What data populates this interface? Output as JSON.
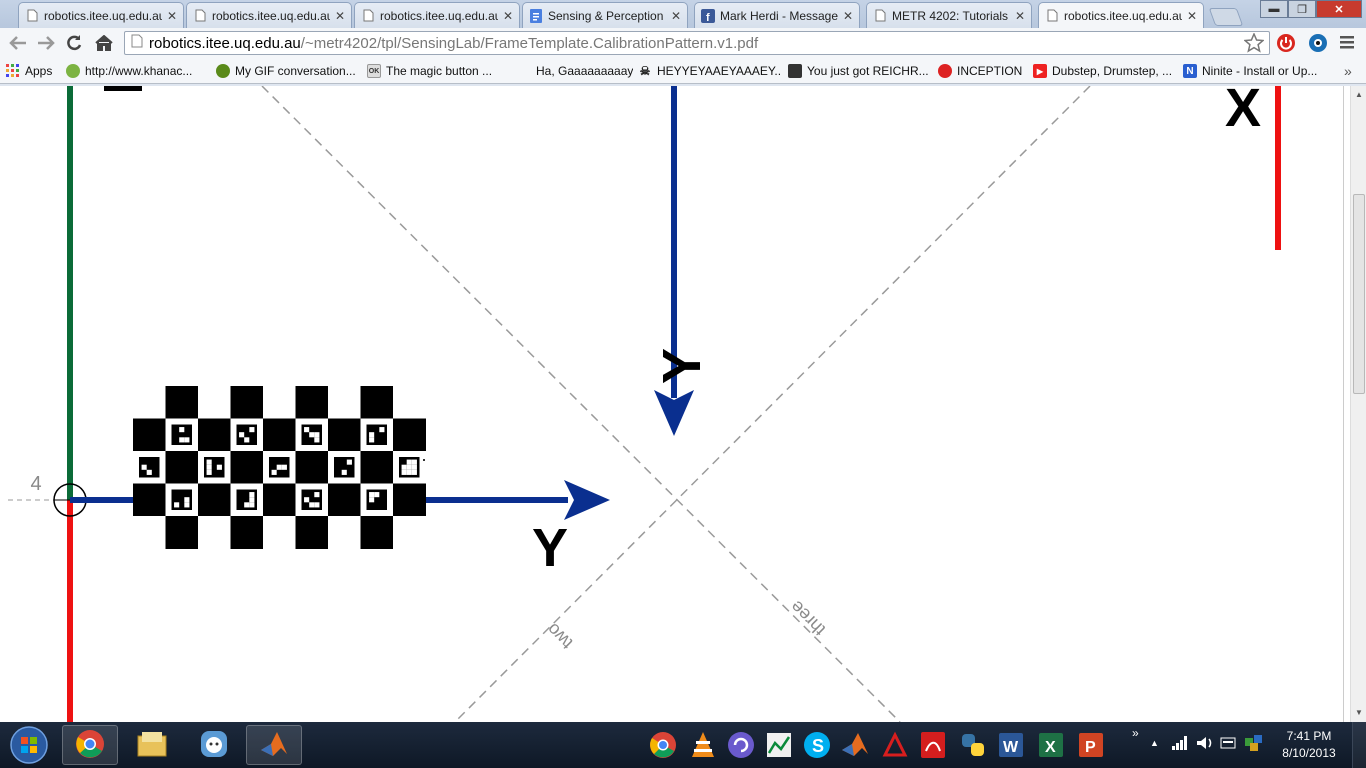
{
  "browser": {
    "tabs": [
      {
        "title": "robotics.itee.uq.edu.au",
        "icon": "page-icon",
        "active": false
      },
      {
        "title": "robotics.itee.uq.edu.au",
        "icon": "page-icon",
        "active": false
      },
      {
        "title": "robotics.itee.uq.edu.au",
        "icon": "page-icon",
        "active": false
      },
      {
        "title": "Sensing & Perception",
        "icon": "google-docs-icon",
        "active": false
      },
      {
        "title": "Mark Herdi - Messages",
        "icon": "facebook-icon",
        "active": false
      },
      {
        "title": "METR 4202: Tutorials",
        "icon": "page-icon",
        "active": false
      },
      {
        "title": "robotics.itee.uq.edu.au",
        "icon": "page-icon",
        "active": true
      }
    ],
    "address": {
      "host": "robotics.itee.uq.edu.au",
      "path": "/~metr4202/tpl/SensingLab/FrameTemplate.CalibrationPattern.v1.pdf"
    },
    "bookmarks": [
      {
        "label": "Apps",
        "icon": "apps-grid-icon"
      },
      {
        "label": "http://www.khanac...",
        "icon": "leaf-icon"
      },
      {
        "label": "My GIF conversation...",
        "icon": "green-dot-icon"
      },
      {
        "label": "The magic button ...",
        "icon": "ok-icon"
      },
      {
        "label": "Ha, Gaaaaaaaaay",
        "icon": "blank-icon"
      },
      {
        "label": "HEYYEYAAEYAAAEY...",
        "icon": "skull-icon"
      },
      {
        "label": "You just got REICHR...",
        "icon": "photo-icon"
      },
      {
        "label": "INCEPTION",
        "icon": "red-button-icon"
      },
      {
        "label": "Dubstep, Drumstep, ...",
        "icon": "youtube-icon"
      },
      {
        "label": "Ninite - Install or Up...",
        "icon": "ninite-icon"
      }
    ]
  },
  "pdf": {
    "axis_y_label_bottom": "Y",
    "axis_y_label_top": "Y",
    "axis_x_label": "X",
    "marker_number": "4",
    "diagonal_label_two": "two",
    "diagonal_label_three": "three",
    "colors": {
      "green_axis": "#0b6b38",
      "red_axis": "#ee1111",
      "blue_arrow": "#0a2f8f",
      "dashes": "#9a9a9a"
    }
  },
  "taskbar": {
    "start": "windows-start-orb",
    "pinned": [
      "chrome-icon",
      "file-explorer-icon",
      "cat-icon",
      "matlab-icon"
    ],
    "tray_apps": [
      "chrome-icon",
      "vlc-icon",
      "torrent-icon",
      "chart-app-icon",
      "skype-icon",
      "matlab-icon",
      "red-app-icon",
      "acrobat-icon",
      "python-icon",
      "word-icon",
      "excel-icon",
      "powerpoint-icon"
    ],
    "time": "7:41 PM",
    "date": "8/10/2013"
  }
}
